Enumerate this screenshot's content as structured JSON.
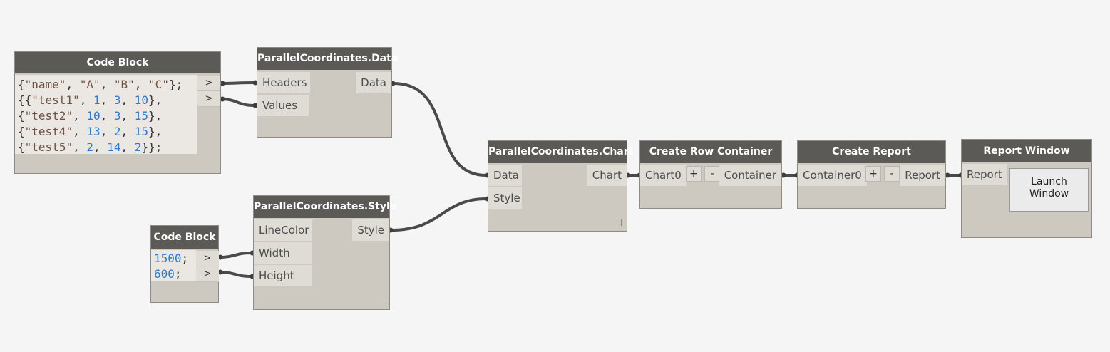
{
  "code_block_1": {
    "title": "Code Block",
    "lines": [
      [
        [
          "pun",
          "{"
        ],
        [
          "str",
          "\"name\""
        ],
        [
          "pun",
          ", "
        ],
        [
          "str",
          "\"A\""
        ],
        [
          "pun",
          ", "
        ],
        [
          "str",
          "\"B\""
        ],
        [
          "pun",
          ", "
        ],
        [
          "str",
          "\"C\""
        ],
        [
          "pun",
          "};"
        ]
      ],
      [
        [
          "pun",
          "{{"
        ],
        [
          "str",
          "\"test1\""
        ],
        [
          "pun",
          ", "
        ],
        [
          "num",
          "1"
        ],
        [
          "pun",
          ", "
        ],
        [
          "num",
          "3"
        ],
        [
          "pun",
          ", "
        ],
        [
          "num",
          "10"
        ],
        [
          "pun",
          "},"
        ]
      ],
      [
        [
          "pun",
          "{"
        ],
        [
          "str",
          "\"test2\""
        ],
        [
          "pun",
          ", "
        ],
        [
          "num",
          "10"
        ],
        [
          "pun",
          ", "
        ],
        [
          "num",
          "3"
        ],
        [
          "pun",
          ", "
        ],
        [
          "num",
          "15"
        ],
        [
          "pun",
          "},"
        ]
      ],
      [
        [
          "pun",
          "{"
        ],
        [
          "str",
          "\"test4\""
        ],
        [
          "pun",
          ", "
        ],
        [
          "num",
          "13"
        ],
        [
          "pun",
          ", "
        ],
        [
          "num",
          "2"
        ],
        [
          "pun",
          ", "
        ],
        [
          "num",
          "15"
        ],
        [
          "pun",
          "},"
        ]
      ],
      [
        [
          "pun",
          "{"
        ],
        [
          "str",
          "\"test5\""
        ],
        [
          "pun",
          ", "
        ],
        [
          "num",
          "2"
        ],
        [
          "pun",
          ", "
        ],
        [
          "num",
          "14"
        ],
        [
          "pun",
          ", "
        ],
        [
          "num",
          "2"
        ],
        [
          "pun",
          "}};"
        ]
      ]
    ],
    "outputs": [
      ">",
      ">"
    ]
  },
  "code_block_2": {
    "title": "Code Block",
    "lines": [
      [
        [
          "num",
          "1500"
        ],
        [
          "pun",
          ";"
        ]
      ],
      [
        [
          "num",
          "600"
        ],
        [
          "pun",
          ";"
        ]
      ]
    ],
    "outputs": [
      ">",
      ">"
    ]
  },
  "pc_data": {
    "title": "ParallelCoordinates.Data",
    "inputs": [
      "Headers",
      "Values"
    ],
    "output": "Data",
    "lacing": "l"
  },
  "pc_style": {
    "title": "ParallelCoordinates.Style",
    "inputs": [
      "LineColor",
      "Width",
      "Height"
    ],
    "output": "Style",
    "lacing": "l"
  },
  "pc_chart": {
    "title": "ParallelCoordinates.Chart",
    "inputs": [
      "Data",
      "Style"
    ],
    "output": "Chart",
    "lacing": "l"
  },
  "row_container": {
    "title": "Create Row Container",
    "input": "Chart0",
    "add": "+",
    "remove": "-",
    "output": "Container"
  },
  "create_report": {
    "title": "Create Report",
    "input": "Container0",
    "add": "+",
    "remove": "-",
    "output": "Report"
  },
  "report_window": {
    "title": "Report Window",
    "input": "Report",
    "button_line1": "Launch",
    "button_line2": "Window"
  },
  "colors": {
    "canvas": "#f5f5f5",
    "node_body": "#cdc8c0",
    "node_header": "#5c5a57",
    "port": "#dfdbd5",
    "wire": "#4a4a4a",
    "code_string": "#6f5240",
    "code_number": "#2a7bd3"
  }
}
